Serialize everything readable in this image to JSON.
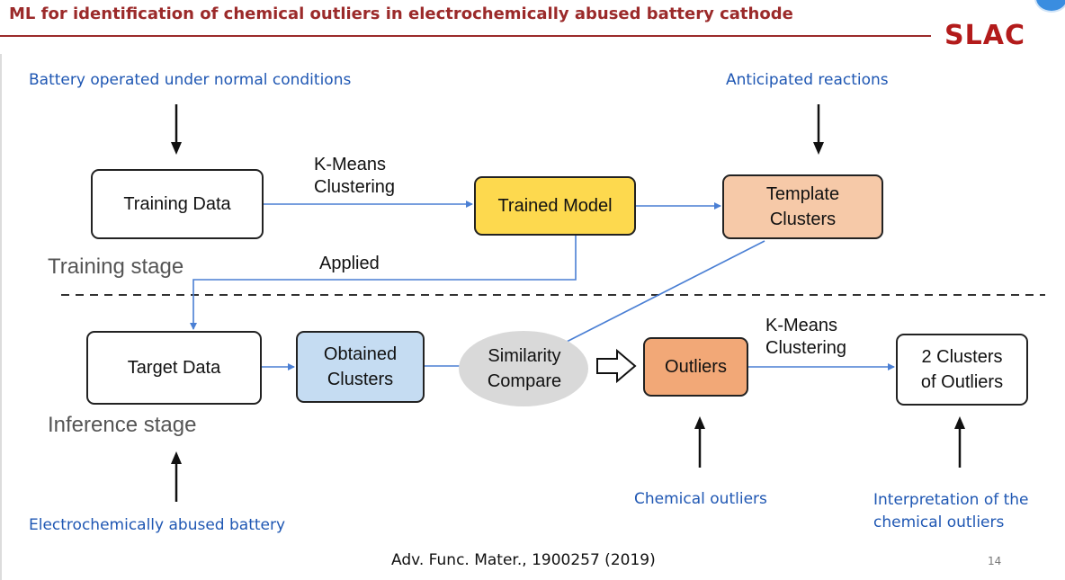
{
  "slide": {
    "title": "ML for identification of chemical outliers in electrochemically abused battery cathode",
    "logo": "SLAC",
    "citation": "Adv. Func. Mater., 1900257 (2019)",
    "page_number": "14"
  },
  "annotations": {
    "normal_conditions": "Battery operated under normal conditions",
    "anticipated_reactions": "Anticipated reactions",
    "abused_battery": "Electrochemically abused battery",
    "chemical_outliers": "Chemical outliers",
    "interpretation_line1": "Interpretation of the",
    "interpretation_line2": "chemical outliers"
  },
  "stages": {
    "training": "Training stage",
    "inference": "Inference stage"
  },
  "edge_labels": {
    "kmeans_top_1": "K-Means",
    "kmeans_top_2": "Clustering",
    "applied": "Applied",
    "kmeans_bottom_1": "K-Means",
    "kmeans_bottom_2": "Clustering"
  },
  "nodes": {
    "training_data": "Training Data",
    "trained_model": "Trained Model",
    "template_clusters_1": "Template",
    "template_clusters_2": "Clusters",
    "target_data": "Target Data",
    "obtained_clusters_1": "Obtained",
    "obtained_clusters_2": "Clusters",
    "similarity_compare_1": "Similarity",
    "similarity_compare_2": "Compare",
    "outliers": "Outliers",
    "two_clusters_1": "2 Clusters",
    "two_clusters_2": "of Outliers"
  },
  "colors": {
    "title": "#9b2a2a",
    "annotation": "#1f57b3",
    "edge": "#4a7fd4",
    "trained_model_fill": "#fdd94e",
    "template_fill": "#f6c9a8",
    "obtained_fill": "#c5dcf2",
    "similarity_fill": "#d9d9d9",
    "outliers_fill": "#f2a877"
  }
}
